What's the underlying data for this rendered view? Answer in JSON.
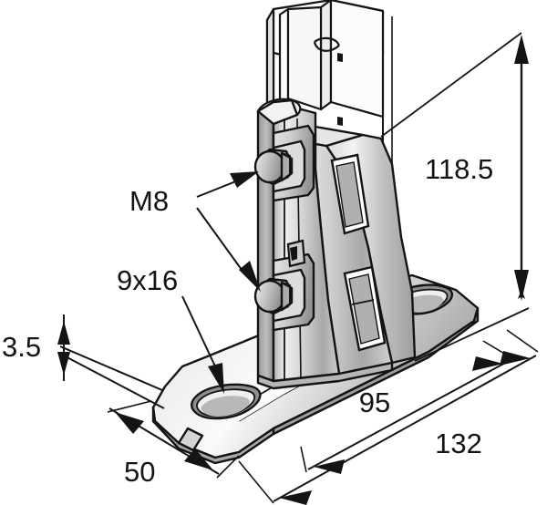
{
  "drawing": {
    "type": "technical-line-drawing",
    "subject": "channel base plate bracket with strut profile",
    "background_color": "#ffffff",
    "line_color": "#141414",
    "metal_light": "#f2f2f2",
    "metal_mid": "#c9c9c9",
    "metal_dark": "#9a9a9a",
    "metal_shadow": "#7a7a7a"
  },
  "labels": {
    "bolt_spec": "M8",
    "hole_spec": "9x16"
  },
  "dimensions": {
    "height": "118.5",
    "thickness": "3.5",
    "depth": "50",
    "inner_width": "95",
    "overall_width": "132"
  },
  "annotations": [
    {
      "name": "bolt-callout",
      "text": "M8",
      "leader_count": 2
    },
    {
      "name": "hole-callout",
      "text": "9x16",
      "leader_count": 1
    },
    {
      "name": "height-dimension",
      "text": "118.5",
      "orientation": "vertical"
    },
    {
      "name": "thickness-dimension",
      "text": "3.5",
      "orientation": "vertical"
    },
    {
      "name": "depth-dimension",
      "text": "50",
      "orientation": "diagonal"
    },
    {
      "name": "inner-width-dimension",
      "text": "95",
      "orientation": "diagonal"
    },
    {
      "name": "overall-width-dimension",
      "text": "132",
      "orientation": "diagonal"
    }
  ]
}
